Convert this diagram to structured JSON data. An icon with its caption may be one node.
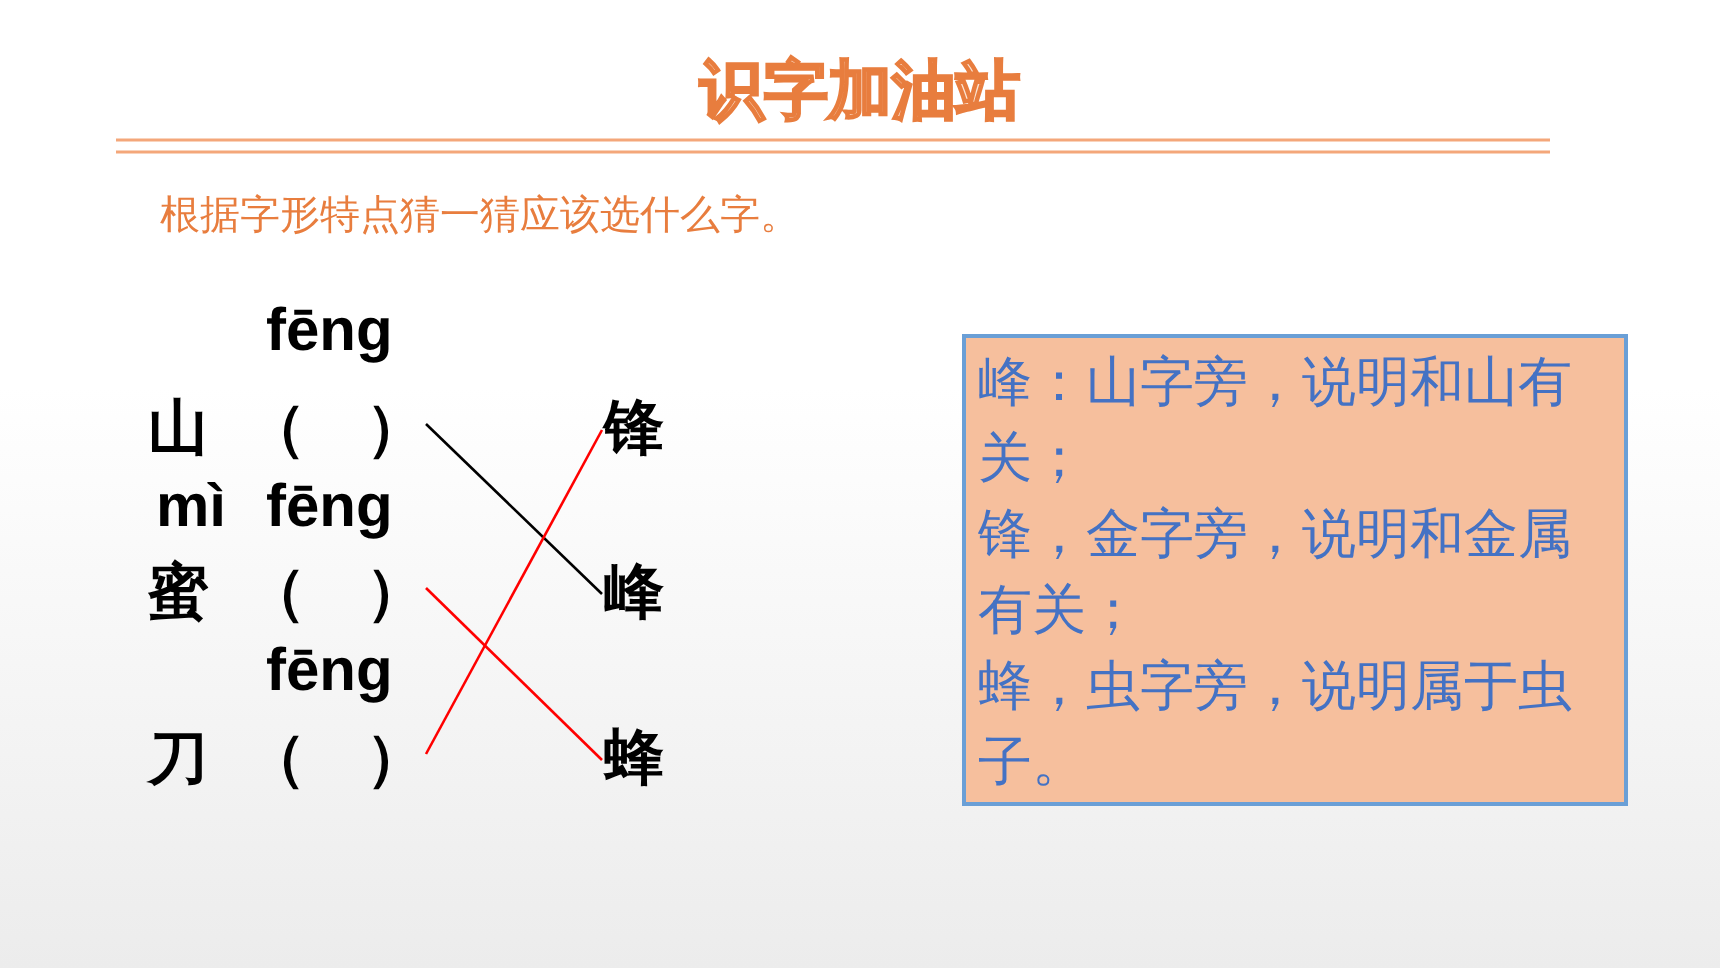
{
  "diagram": {
    "title": "识字加油站",
    "nodes": [
      {
        "text": [
          "（　）"
        ]
      },
      {
        "text": [
          "（　）"
        ]
      },
      {
        "text": [
          "（　）"
        ]
      },
      {
        "text": [
          "锋"
        ]
      },
      {
        "text": [
          "峰"
        ]
      },
      {
        "text": [
          "蜂"
        ]
      },
      {
        "text": [
          "峰：山字旁，说明和山有关；",
          "锋，金字旁，说明和金属有关；",
          "蜂，虫字旁，说明属于虫子。"
        ]
      }
    ],
    "edges": [
      {
        "from": 0,
        "to": 4,
        "arrow": "none",
        "color": "#000000"
      },
      {
        "from": 1,
        "to": 5,
        "arrow": "none"
      },
      {
        "from": 2,
        "to": 3,
        "arrow": "none"
      }
    ],
    "labels": [
      "根据字形特点猜一猜应该选什么字。",
      "fēng",
      "山",
      "mì",
      "fēng",
      "蜜",
      "fēng",
      "刀"
    ]
  }
}
